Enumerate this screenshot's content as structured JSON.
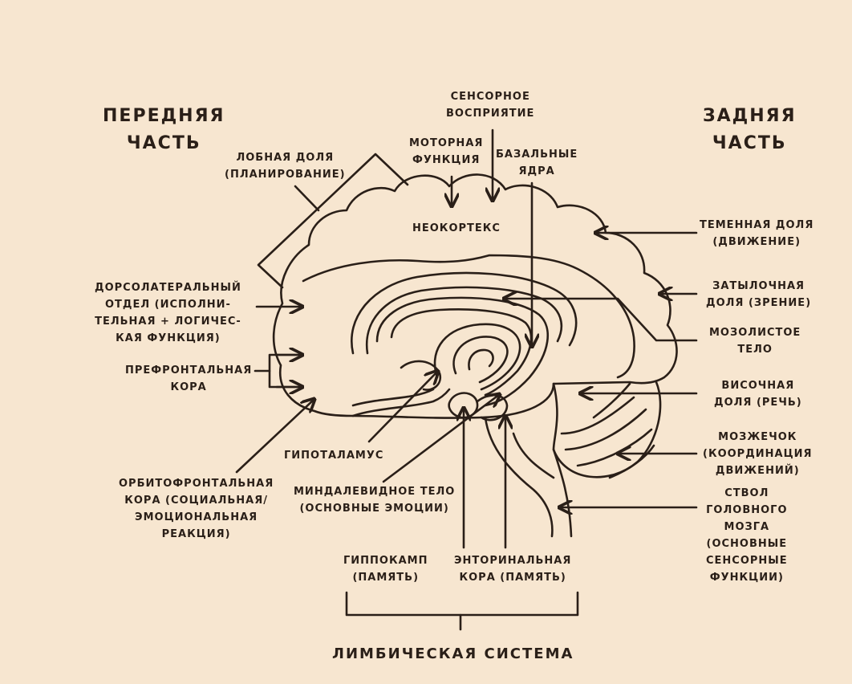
{
  "headers": {
    "front": [
      "ПЕРЕДНЯЯ",
      "ЧАСТЬ"
    ],
    "back": [
      "ЗАДНЯЯ",
      "ЧАСТЬ"
    ]
  },
  "labels": {
    "sensory": [
      "СЕНСОРНОЕ",
      "ВОСПРИЯТИЕ"
    ],
    "motor": [
      "МОТОРНАЯ",
      "ФУНКЦИЯ"
    ],
    "basal": [
      "БАЗАЛЬНЫЕ",
      "ЯДРА"
    ],
    "frontal_lobe": [
      "ЛОБНАЯ ДОЛЯ",
      "(ПЛАНИРОВАНИЕ)"
    ],
    "neocortex": "НЕОКОРТЕКС",
    "parietal": [
      "ТЕМЕННАЯ ДОЛЯ",
      "(ДВИЖЕНИЕ)"
    ],
    "occipital": [
      "ЗАТЫЛОЧНАЯ",
      "ДОЛЯ (ЗРЕНИЕ)"
    ],
    "corpus_callosum": [
      "МОЗОЛИСТОЕ",
      "ТЕЛО"
    ],
    "temporal": [
      "ВИСОЧНАЯ",
      "ДОЛЯ (РЕЧЬ)"
    ],
    "cerebellum": [
      "МОЗЖЕЧОК",
      "(КООРДИНАЦИЯ",
      "ДВИЖЕНИЙ)"
    ],
    "brainstem": [
      "СТВОЛ",
      "ГОЛОВНОГО",
      "МОЗГА",
      "(ОСНОВНЫЕ",
      "СЕНСОРНЫЕ",
      "ФУНКЦИИ)"
    ],
    "dorsolateral": [
      "ДОРСОЛАТЕРАЛЬНЫЙ",
      "ОТДЕЛ (ИСПОЛНИ-",
      "ТЕЛЬНАЯ + ЛОГИЧЕС-",
      "КАЯ ФУНКЦИЯ)"
    ],
    "prefrontal": [
      "ПРЕФРОНТАЛЬНАЯ",
      "КОРА"
    ],
    "hypothalamus": "ГИПОТАЛАМУС",
    "orbitofrontal": [
      "ОРБИТОФРОНТАЛЬНАЯ",
      "КОРА (СОЦИАЛЬНАЯ/",
      "ЭМОЦИОНАЛЬНАЯ",
      "РЕАКЦИЯ)"
    ],
    "amygdala": [
      "МИНДАЛЕВИДНОЕ ТЕЛО",
      "(ОСНОВНЫЕ ЭМОЦИИ)"
    ],
    "hippocampus": [
      "ГИППОКАМП",
      "(ПАМЯТЬ)"
    ],
    "entorhinal": [
      "ЭНТОРИНАЛЬНАЯ",
      "КОРА (ПАМЯТЬ)"
    ],
    "limbic": "ЛИМБИЧЕСКАЯ СИСТЕМА"
  },
  "colors": {
    "background": "#f7e6d0",
    "ink": "#2a1f18"
  }
}
